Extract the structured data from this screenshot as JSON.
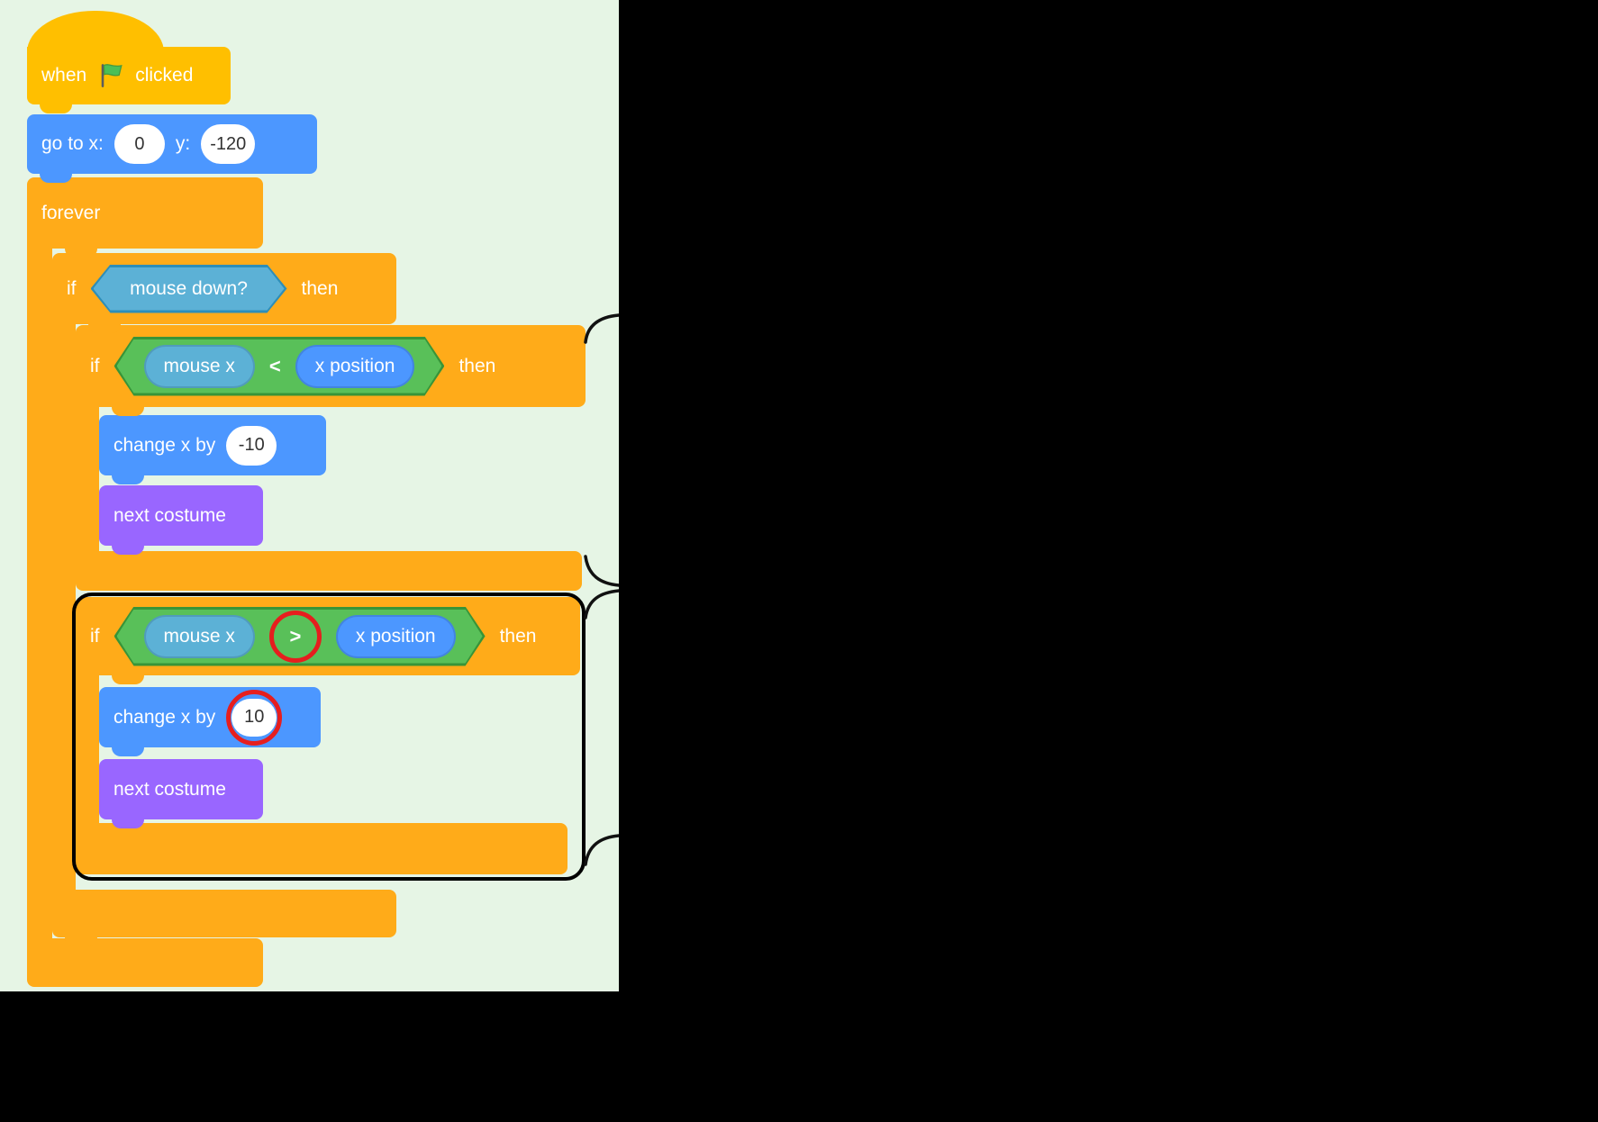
{
  "app": {
    "name": "scratch-block-script"
  },
  "colors": {
    "panel_bg": "#e6f5e5",
    "canvas_bg": "#000000",
    "events": "#FFBF00",
    "control": "#FFAB19",
    "motion": "#4C97FF",
    "looks": "#9966FF",
    "sensing": "#5CB1D6",
    "operators": "#59C059",
    "annotation_red": "#E61E1E",
    "annotation_black": "#000000"
  },
  "blocks": {
    "when_flag": {
      "prefix": "when",
      "suffix": "clicked"
    },
    "go_to": {
      "label": "go to x:",
      "x_value": "0",
      "y_label": "y:",
      "y_value": "-120"
    },
    "forever": {
      "label": "forever"
    },
    "if_mouse_down": {
      "if_label": "if",
      "condition": "mouse down?",
      "then_label": "then"
    },
    "if_less": {
      "if_label": "if",
      "arg_left": "mouse x",
      "operator": "<",
      "arg_right": "x position",
      "then_label": "then"
    },
    "change_x_left": {
      "label": "change x by",
      "value": "-10"
    },
    "next_costume_left": {
      "label": "next costume"
    },
    "if_greater": {
      "if_label": "if",
      "arg_left": "mouse x",
      "operator": ">",
      "arg_right": "x position",
      "then_label": "then"
    },
    "change_x_right": {
      "label": "change x by",
      "value": "10"
    },
    "next_costume_right": {
      "label": "next costume"
    }
  }
}
